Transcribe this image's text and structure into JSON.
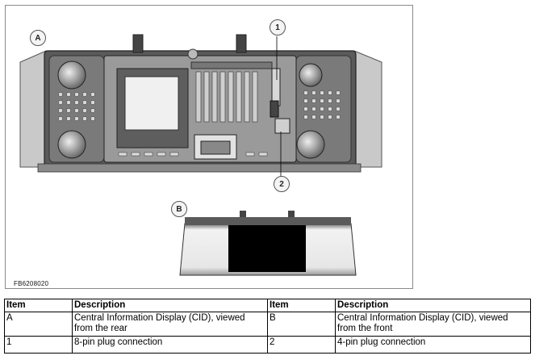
{
  "figure": {
    "label_a": "A",
    "label_b": "B",
    "callout_1": "1",
    "callout_2": "2",
    "code": "FB6208020"
  },
  "table": {
    "headers": [
      "Item",
      "Description",
      "Item",
      "Description"
    ],
    "rows": [
      [
        "A",
        "Central Information Display (CID), viewed from the rear",
        "B",
        "Central Information Display (CID), viewed from the front"
      ],
      [
        "1",
        "8-pin plug connection",
        "2",
        "4-pin plug connection"
      ]
    ]
  }
}
